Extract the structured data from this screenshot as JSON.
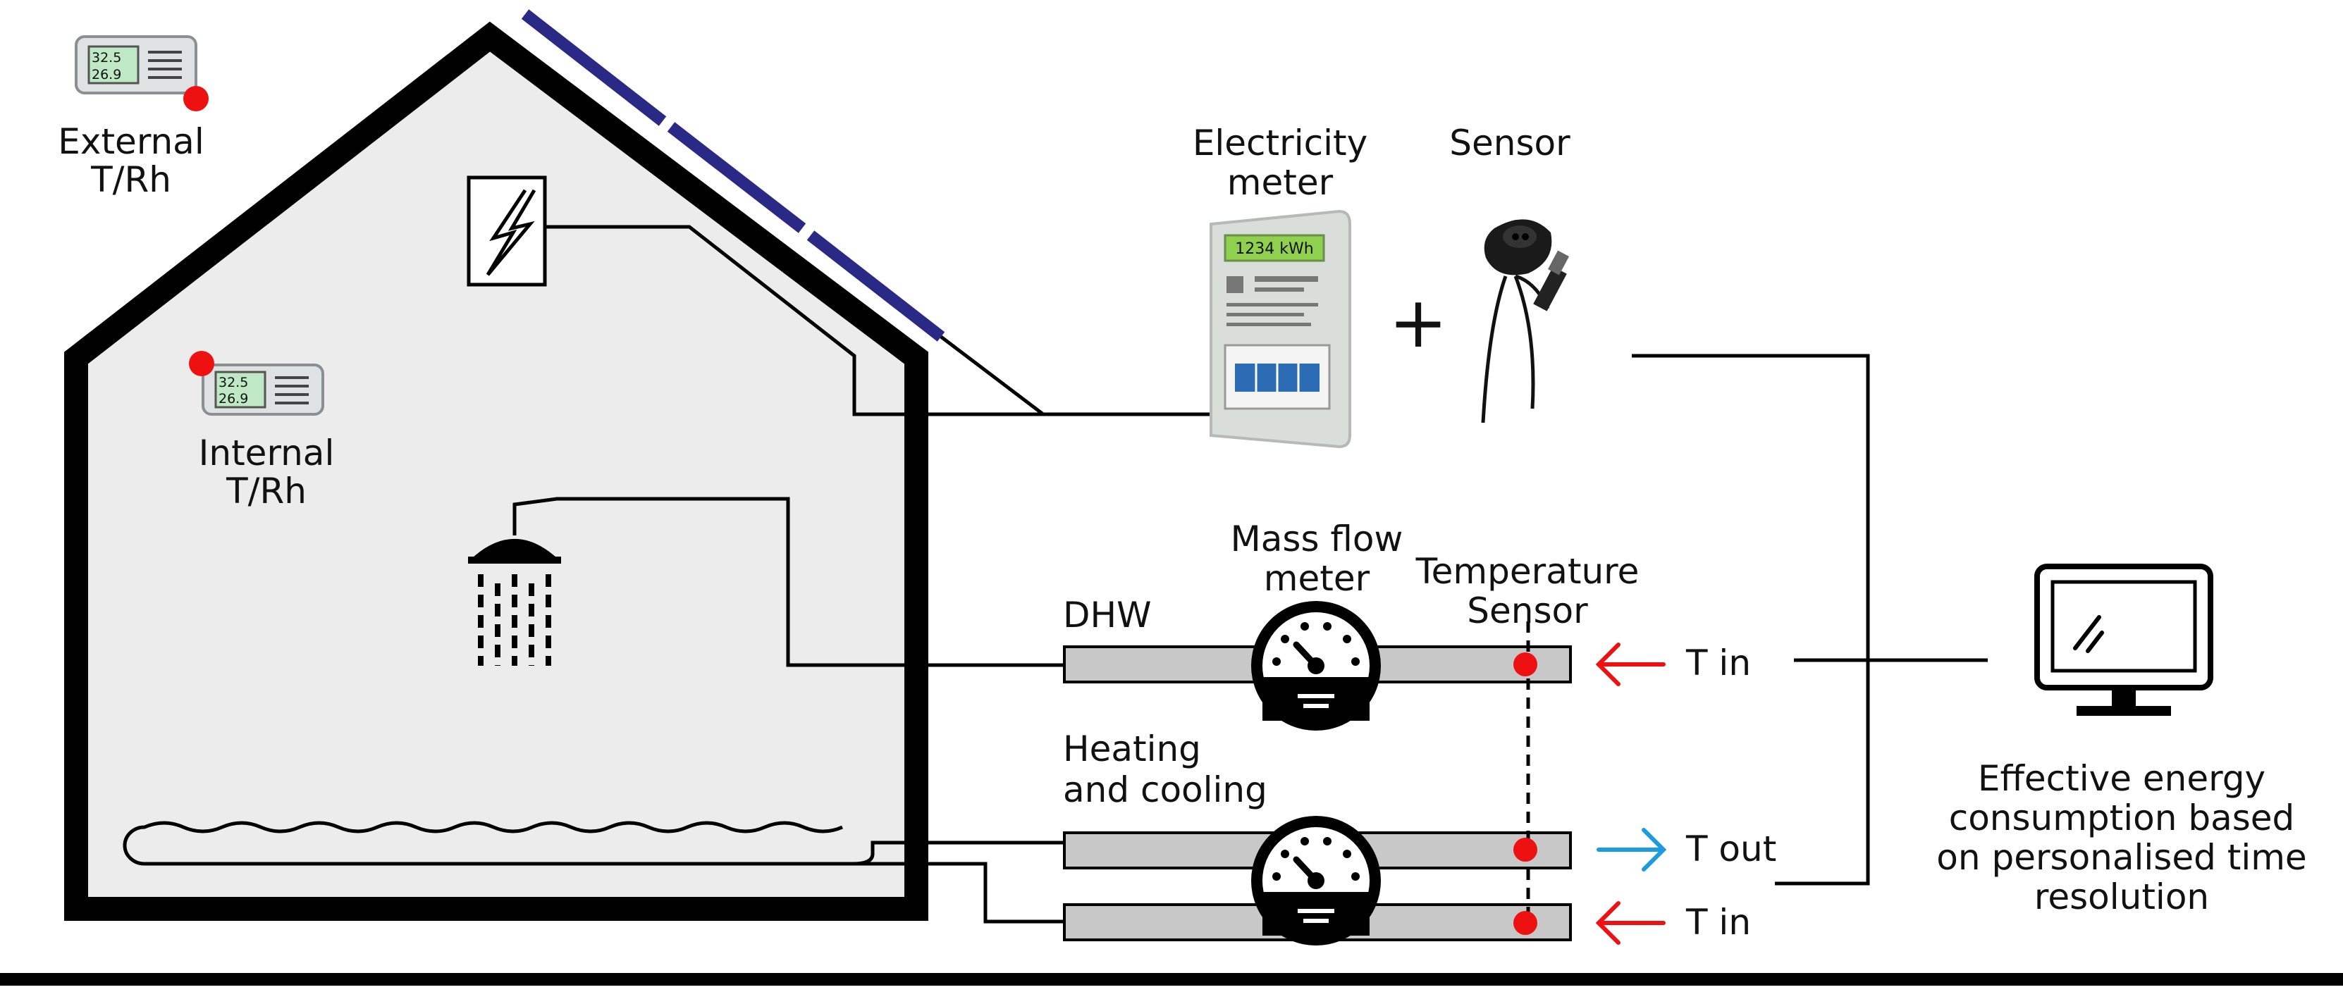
{
  "labels": {
    "external": [
      "External",
      "T/Rh"
    ],
    "internal": [
      "Internal",
      "T/Rh"
    ],
    "electricity_meter": [
      "Electricity",
      "meter"
    ],
    "sensor": "Sensor",
    "plus": "+",
    "mass_flow_meter": [
      "Mass flow",
      "meter"
    ],
    "temperature_sensor": [
      "Temperature",
      "Sensor"
    ],
    "dhw": "DHW",
    "heating_cooling": [
      "Heating",
      "and cooling"
    ],
    "t_in_dhw": "T in",
    "t_out": "T out",
    "t_in_heating": "T in",
    "result": [
      "Effective energy",
      "consumption based",
      "on personalised time",
      "resolution"
    ]
  },
  "logger_readings": [
    "32.5",
    "26.9"
  ],
  "meter_display": "1234 kWh",
  "colors": {
    "outline": "#000000",
    "house_fill": "#ececec",
    "solar_panel": "#2a2a86",
    "pipe_fill": "#c8c8c8",
    "sensor_dot": "#ee1111",
    "arrow_in": "#ee1111",
    "arrow_out": "#1e9be0",
    "meter_body": "#d9dedb",
    "meter_display": "#8fd14f",
    "meter_breaker": "#2b6cb5"
  },
  "icons": [
    "data-logger-icon",
    "lightning-icon",
    "shower-icon",
    "electricity-meter-icon",
    "usb-sensor-icon",
    "gauge-icon",
    "monitor-icon",
    "underfloor-heating-coil"
  ]
}
